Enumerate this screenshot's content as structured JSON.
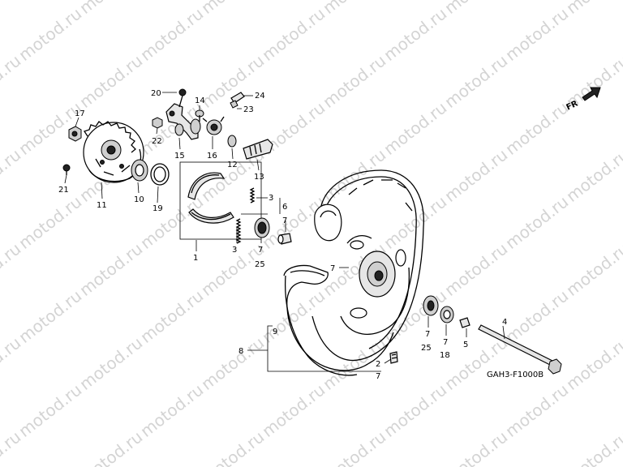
{
  "watermark": "motod.ru",
  "diagram_code": "GAH3-F1000B",
  "direction_mark": "FR",
  "callouts": {
    "c1": "1",
    "c2": "2",
    "c3a": "3",
    "c3b": "3",
    "c4": "4",
    "c5": "5",
    "c6": "6",
    "c7a": "7",
    "c7b": "7",
    "c7c": "7",
    "c7d": "7",
    "c7e": "7",
    "c8": "8",
    "c9": "9",
    "c10": "10",
    "c11": "11",
    "c12": "12",
    "c13": "13",
    "c14": "14",
    "c15": "15",
    "c16": "16",
    "c17": "17",
    "c18": "18",
    "c19": "19",
    "c20": "20",
    "c21": "21",
    "c22": "22",
    "c23": "23",
    "c24": "24",
    "c25a": "25",
    "c25b": "25"
  },
  "colors": {
    "watermark": "#d4d4d4",
    "ink": "#000000"
  }
}
